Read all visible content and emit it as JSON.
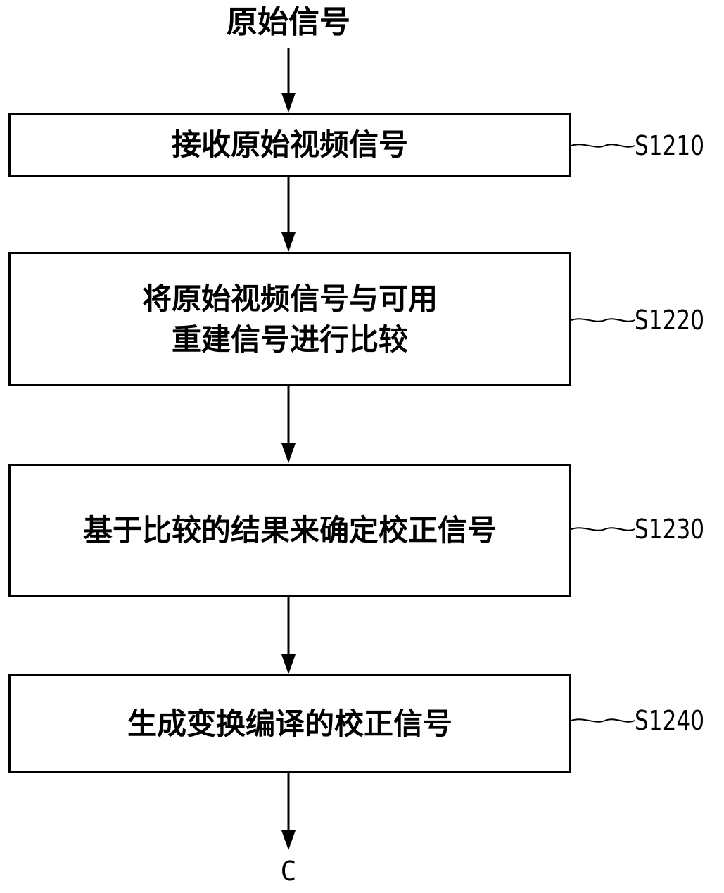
{
  "flowchart": {
    "start_label": "原始信号",
    "end_label": "C",
    "steps": [
      {
        "lines": [
          "接收原始视频信号"
        ],
        "step_id": "S1210"
      },
      {
        "lines": [
          "将原始视频信号与可用",
          "重建信号进行比较"
        ],
        "step_id": "S1220"
      },
      {
        "lines": [
          "基于比较的结果来确定校正信号"
        ],
        "step_id": "S1230"
      },
      {
        "lines": [
          "生成变换编译的校正信号"
        ],
        "step_id": "S1240"
      }
    ]
  }
}
